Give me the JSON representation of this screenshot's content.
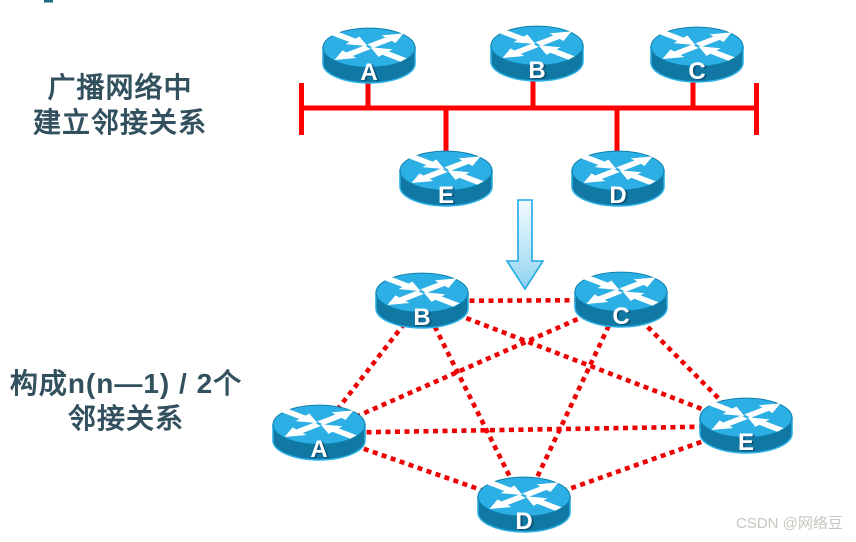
{
  "top_section": {
    "heading_line1": "广播网络中",
    "heading_line2": "建立邻接关系",
    "routers_on_bus": [
      {
        "label": "A"
      },
      {
        "label": "B"
      },
      {
        "label": "C"
      }
    ],
    "routers_below_bus": [
      {
        "label": "E"
      },
      {
        "label": "D"
      }
    ]
  },
  "transition_arrow": {
    "direction": "down"
  },
  "bottom_section": {
    "heading_line1": "构成n(n—1) / 2个",
    "heading_line2": "邻接关系",
    "routers": [
      {
        "label": "B"
      },
      {
        "label": "C"
      },
      {
        "label": "A"
      },
      {
        "label": "E"
      },
      {
        "label": "D"
      }
    ],
    "mesh_edges": [
      [
        "B",
        "C"
      ],
      [
        "B",
        "A"
      ],
      [
        "B",
        "E"
      ],
      [
        "B",
        "D"
      ],
      [
        "C",
        "A"
      ],
      [
        "C",
        "E"
      ],
      [
        "C",
        "D"
      ],
      [
        "A",
        "E"
      ],
      [
        "A",
        "D"
      ],
      [
        "E",
        "D"
      ]
    ]
  },
  "watermark": "CSDN @网络豆",
  "colors": {
    "bus_line": "#ff0000",
    "adjacency_dotted": "#ee0000",
    "router_top": "#2cafe4",
    "router_body": "#1178a4",
    "heading_text": "#33505e",
    "arrow_outline": "#1ea9e4",
    "watermark_text": "#c9c5bf"
  }
}
